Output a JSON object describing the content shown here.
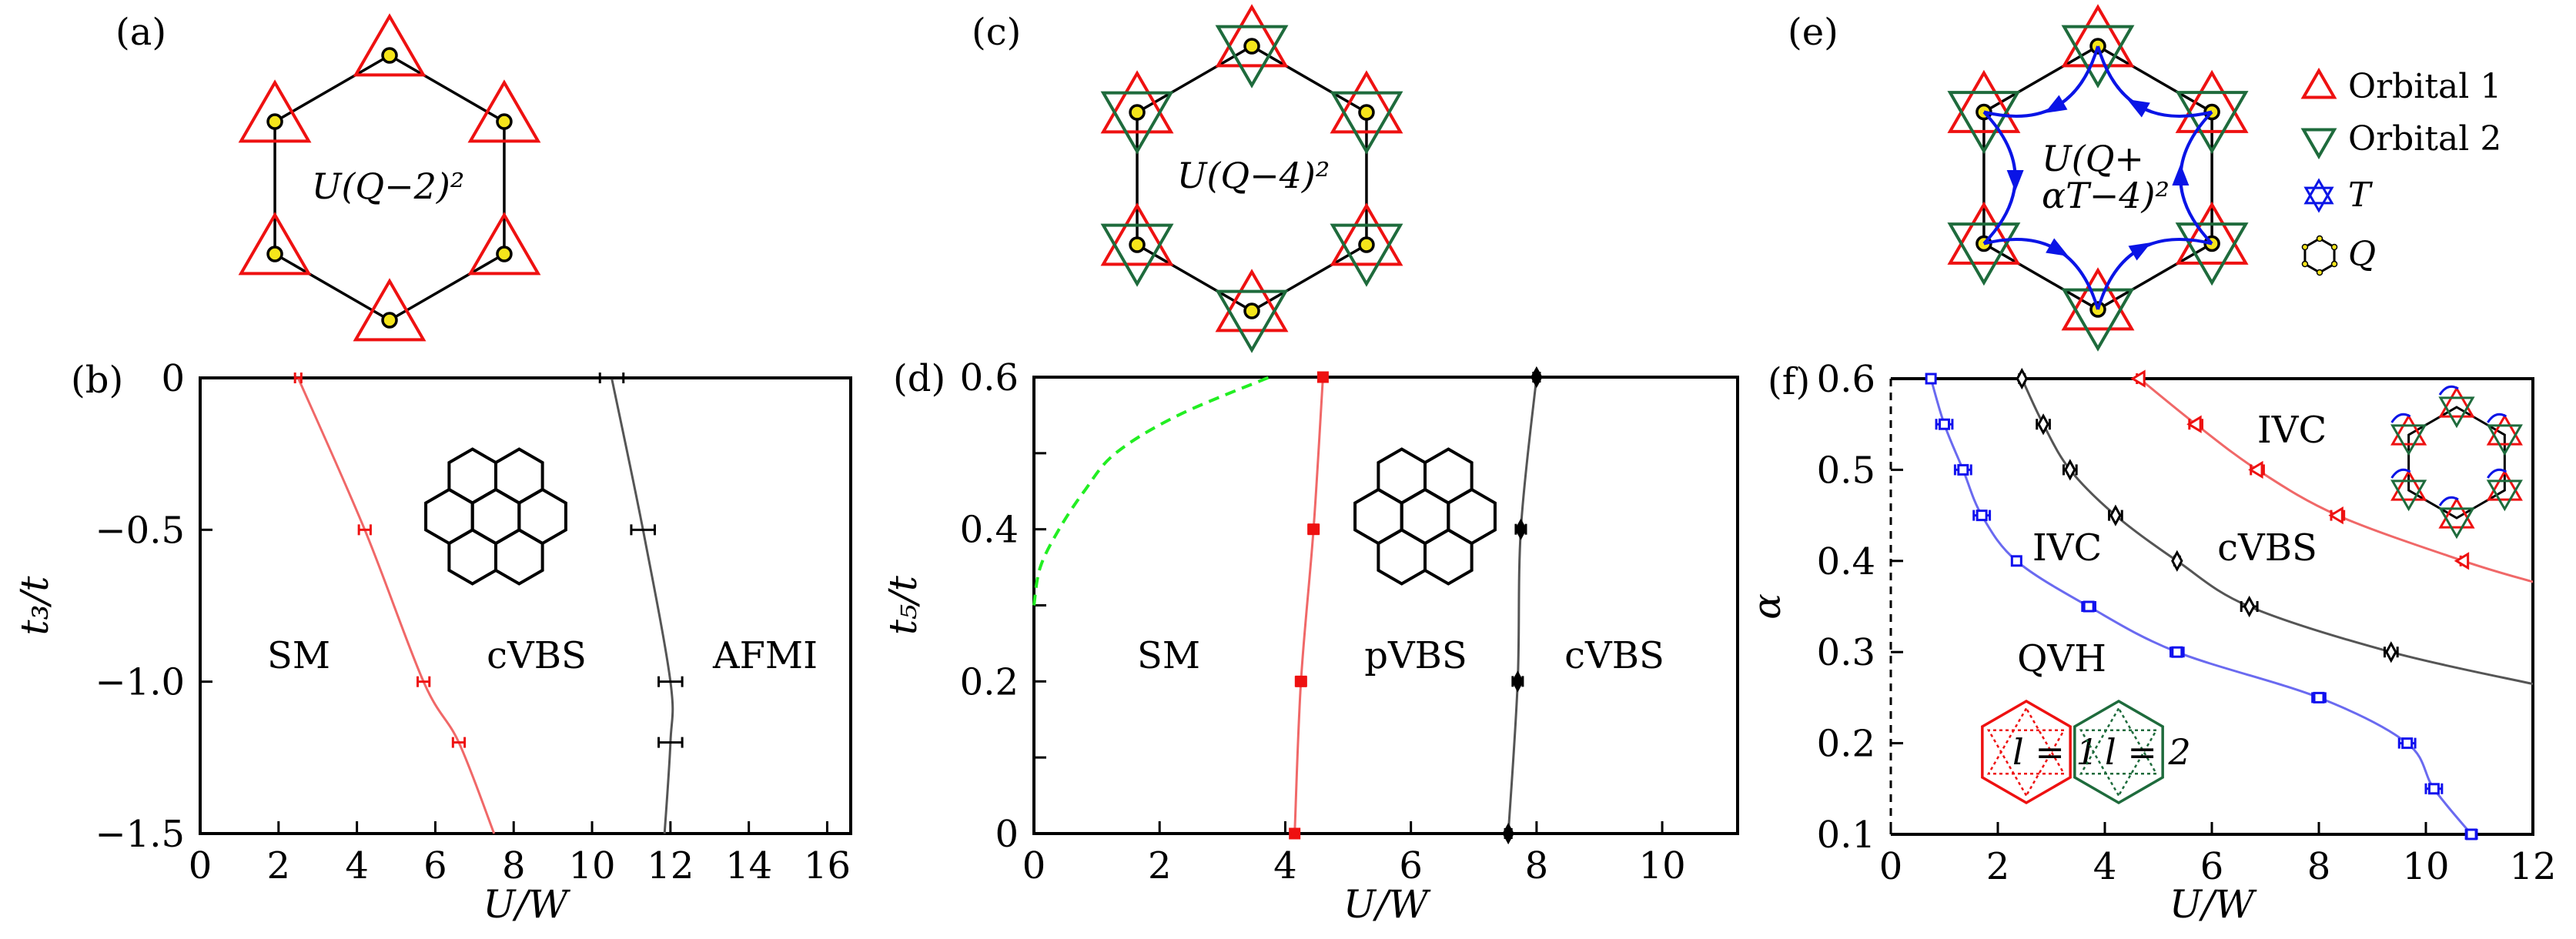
{
  "panels": {
    "a": {
      "label": "(a)",
      "formula": "U(Q−2)²"
    },
    "c": {
      "label": "(c)",
      "formula": "U(Q−4)²"
    },
    "e": {
      "label": "(e)",
      "formula_line1": "U(Q+",
      "formula_line2": "αT−4)²",
      "legend": [
        {
          "label": "Orbital 1",
          "icon": "red-up-triangle-icon"
        },
        {
          "label": "Orbital 2",
          "icon": "green-down-triangle-icon"
        },
        {
          "label": "T",
          "icon": "blue-star-icon"
        },
        {
          "label": "Q",
          "icon": "hexagon-icon"
        }
      ]
    }
  },
  "colors": {
    "orbital1": "#ee1111",
    "orbital2": "#1e6b3c",
    "dot": "#f5e51b",
    "arrow": "#0a14e6",
    "red_curve": "#f06868",
    "black_curve": "#555555",
    "blue_curve": "#6a6af0",
    "green_dashed": "#22ee22"
  },
  "chart_data": [
    {
      "panel": "b",
      "label": "(b)",
      "type": "line",
      "xlabel": "U/W",
      "ylabel": "t₃/t",
      "xlim": [
        0,
        16.6
      ],
      "ylim": [
        -1.5,
        0
      ],
      "xticks": [
        0,
        2,
        4,
        6,
        8,
        10,
        12,
        14,
        16
      ],
      "xtick_labels": [
        "0",
        "2",
        "4",
        "6",
        "8",
        "10",
        "12",
        "14",
        "16"
      ],
      "yticks": [
        0,
        -0.5,
        -1.0,
        -1.5
      ],
      "ytick_labels": [
        "0",
        "−0.5",
        "−1.0",
        "−1.5"
      ],
      "minor_yticks": [],
      "regions": [
        "SM",
        "cVBS",
        "AFMI"
      ],
      "series": [
        {
          "color": "#f06868",
          "marker_color": "#ee1111",
          "marker": "none",
          "x": [
            2.5,
            4.2,
            5.7,
            6.6
          ],
          "y": [
            0,
            -0.5,
            -1.0,
            -1.2
          ],
          "xerr": [
            0.08,
            0.15,
            0.15,
            0.15
          ],
          "curve": [
            [
              2.5,
              0
            ],
            [
              4.2,
              -0.5
            ],
            [
              5.7,
              -1.0
            ],
            [
              6.6,
              -1.2
            ],
            [
              7.5,
              -1.5
            ]
          ],
          "dashed": false
        },
        {
          "color": "#555555",
          "marker_color": "#000000",
          "marker": "none",
          "x": [
            10.5,
            11.3,
            12.0,
            12.0
          ],
          "y": [
            0,
            -0.5,
            -1.0,
            -1.2
          ],
          "xerr": [
            0.3,
            0.3,
            0.3,
            0.3
          ],
          "curve": [
            [
              10.5,
              0
            ],
            [
              11.3,
              -0.5
            ],
            [
              12.0,
              -1.0
            ],
            [
              12.0,
              -1.2
            ],
            [
              11.85,
              -1.5
            ]
          ],
          "dashed": false
        }
      ]
    },
    {
      "panel": "d",
      "label": "(d)",
      "type": "line",
      "xlabel": "U/W",
      "ylabel": "t₅/t",
      "xlim": [
        0,
        11.2
      ],
      "ylim": [
        0,
        0.6
      ],
      "xticks": [
        0,
        2,
        4,
        6,
        8,
        10
      ],
      "xtick_labels": [
        "0",
        "2",
        "4",
        "6",
        "8",
        "10"
      ],
      "yticks": [
        0,
        0.2,
        0.4,
        0.6
      ],
      "ytick_labels": [
        "0",
        "0.2",
        "0.4",
        "0.6"
      ],
      "minor_yticks": [
        0.1,
        0.3,
        0.5
      ],
      "regions": [
        "SM",
        "pVBS",
        "cVBS"
      ],
      "series": [
        {
          "color": "#f06868",
          "marker_color": "#ee1111",
          "marker": "square-filled",
          "x": [
            4.15,
            4.25,
            4.45,
            4.6
          ],
          "y": [
            0,
            0.2,
            0.4,
            0.6
          ],
          "xerr": [
            0.05,
            0.08,
            0.08,
            0.05
          ],
          "curve": [
            [
              4.15,
              0
            ],
            [
              4.25,
              0.2
            ],
            [
              4.45,
              0.4
            ],
            [
              4.6,
              0.6
            ]
          ],
          "dashed": false
        },
        {
          "color": "#555555",
          "marker_color": "#000000",
          "marker": "diamond-filled",
          "x": [
            7.55,
            7.7,
            7.75,
            8.0
          ],
          "y": [
            0,
            0.2,
            0.4,
            0.6
          ],
          "xerr": [
            0.05,
            0.08,
            0.08,
            0.05
          ],
          "curve": [
            [
              7.55,
              0
            ],
            [
              7.7,
              0.2
            ],
            [
              7.75,
              0.4
            ],
            [
              8.0,
              0.6
            ]
          ],
          "dashed": false
        },
        {
          "color": "#22ee22",
          "marker_color": "#22ee22",
          "marker": "none",
          "x": [],
          "y": [],
          "xerr": [],
          "curve": [
            [
              0,
              0.3
            ],
            [
              0.1,
              0.35
            ],
            [
              0.4,
              0.4
            ],
            [
              0.8,
              0.45
            ],
            [
              1.3,
              0.5
            ],
            [
              2.3,
              0.55
            ],
            [
              3.75,
              0.6
            ]
          ],
          "dashed": true
        }
      ]
    },
    {
      "panel": "f",
      "label": "(f)",
      "type": "line",
      "xlabel": "U/W",
      "ylabel": "α",
      "xlim": [
        0,
        12
      ],
      "ylim": [
        0.1,
        0.6
      ],
      "xticks": [
        0,
        2,
        4,
        6,
        8,
        10,
        12
      ],
      "xtick_labels": [
        "0",
        "2",
        "4",
        "6",
        "8",
        "10",
        "12"
      ],
      "yticks": [
        0.1,
        0.2,
        0.3,
        0.4,
        0.5,
        0.6
      ],
      "ytick_labels": [
        "0.1",
        "0.2",
        "0.3",
        "0.4",
        "0.5",
        "0.6"
      ],
      "minor_yticks": [],
      "regions": [
        "IVC",
        "IVC",
        "cVBS",
        "QVH"
      ],
      "inset_text": [
        "l = 1",
        "l = 2"
      ],
      "series": [
        {
          "color": "#6a6af0",
          "marker_color": "#1111ee",
          "marker": "square-open",
          "x": [
            0.75,
            1.0,
            1.35,
            1.7,
            2.35,
            3.7,
            5.35,
            8.0,
            9.65,
            10.15,
            10.85
          ],
          "y": [
            0.6,
            0.55,
            0.5,
            0.45,
            0.4,
            0.35,
            0.3,
            0.25,
            0.2,
            0.15,
            0.1
          ],
          "xerr": [
            0.05,
            0.15,
            0.15,
            0.15,
            0.05,
            0.12,
            0.12,
            0.12,
            0.15,
            0.15,
            0.1
          ],
          "curve": [
            [
              0.75,
              0.6
            ],
            [
              1.0,
              0.55
            ],
            [
              1.35,
              0.5
            ],
            [
              1.7,
              0.45
            ],
            [
              2.35,
              0.4
            ],
            [
              3.7,
              0.35
            ],
            [
              5.35,
              0.3
            ],
            [
              8.0,
              0.25
            ],
            [
              9.65,
              0.2
            ],
            [
              10.15,
              0.15
            ],
            [
              10.85,
              0.1
            ]
          ],
          "dashed": false
        },
        {
          "color": "#555555",
          "marker_color": "#000000",
          "marker": "diamond-open",
          "x": [
            2.45,
            2.85,
            3.35,
            4.2,
            5.35,
            6.7,
            9.35
          ],
          "y": [
            0.6,
            0.55,
            0.5,
            0.45,
            0.4,
            0.35,
            0.3
          ],
          "xerr": [
            0.05,
            0.12,
            0.12,
            0.12,
            0.05,
            0.15,
            0.12
          ],
          "curve": [
            [
              2.45,
              0.6
            ],
            [
              2.85,
              0.55
            ],
            [
              3.35,
              0.5
            ],
            [
              4.2,
              0.45
            ],
            [
              5.35,
              0.4
            ],
            [
              6.7,
              0.35
            ],
            [
              9.35,
              0.3
            ],
            [
              12,
              0.265
            ]
          ],
          "dashed": false
        },
        {
          "color": "#f06868",
          "marker_color": "#ee1111",
          "marker": "tri-left-open",
          "x": [
            4.65,
            5.7,
            6.85,
            8.35,
            10.7
          ],
          "y": [
            0.6,
            0.55,
            0.5,
            0.45,
            0.4
          ],
          "xerr": [
            0.05,
            0.12,
            0.12,
            0.12,
            0.05
          ],
          "curve": [
            [
              4.65,
              0.6
            ],
            [
              5.7,
              0.55
            ],
            [
              6.85,
              0.5
            ],
            [
              8.35,
              0.45
            ],
            [
              10.7,
              0.4
            ],
            [
              12,
              0.377
            ]
          ],
          "dashed": false
        }
      ]
    }
  ]
}
